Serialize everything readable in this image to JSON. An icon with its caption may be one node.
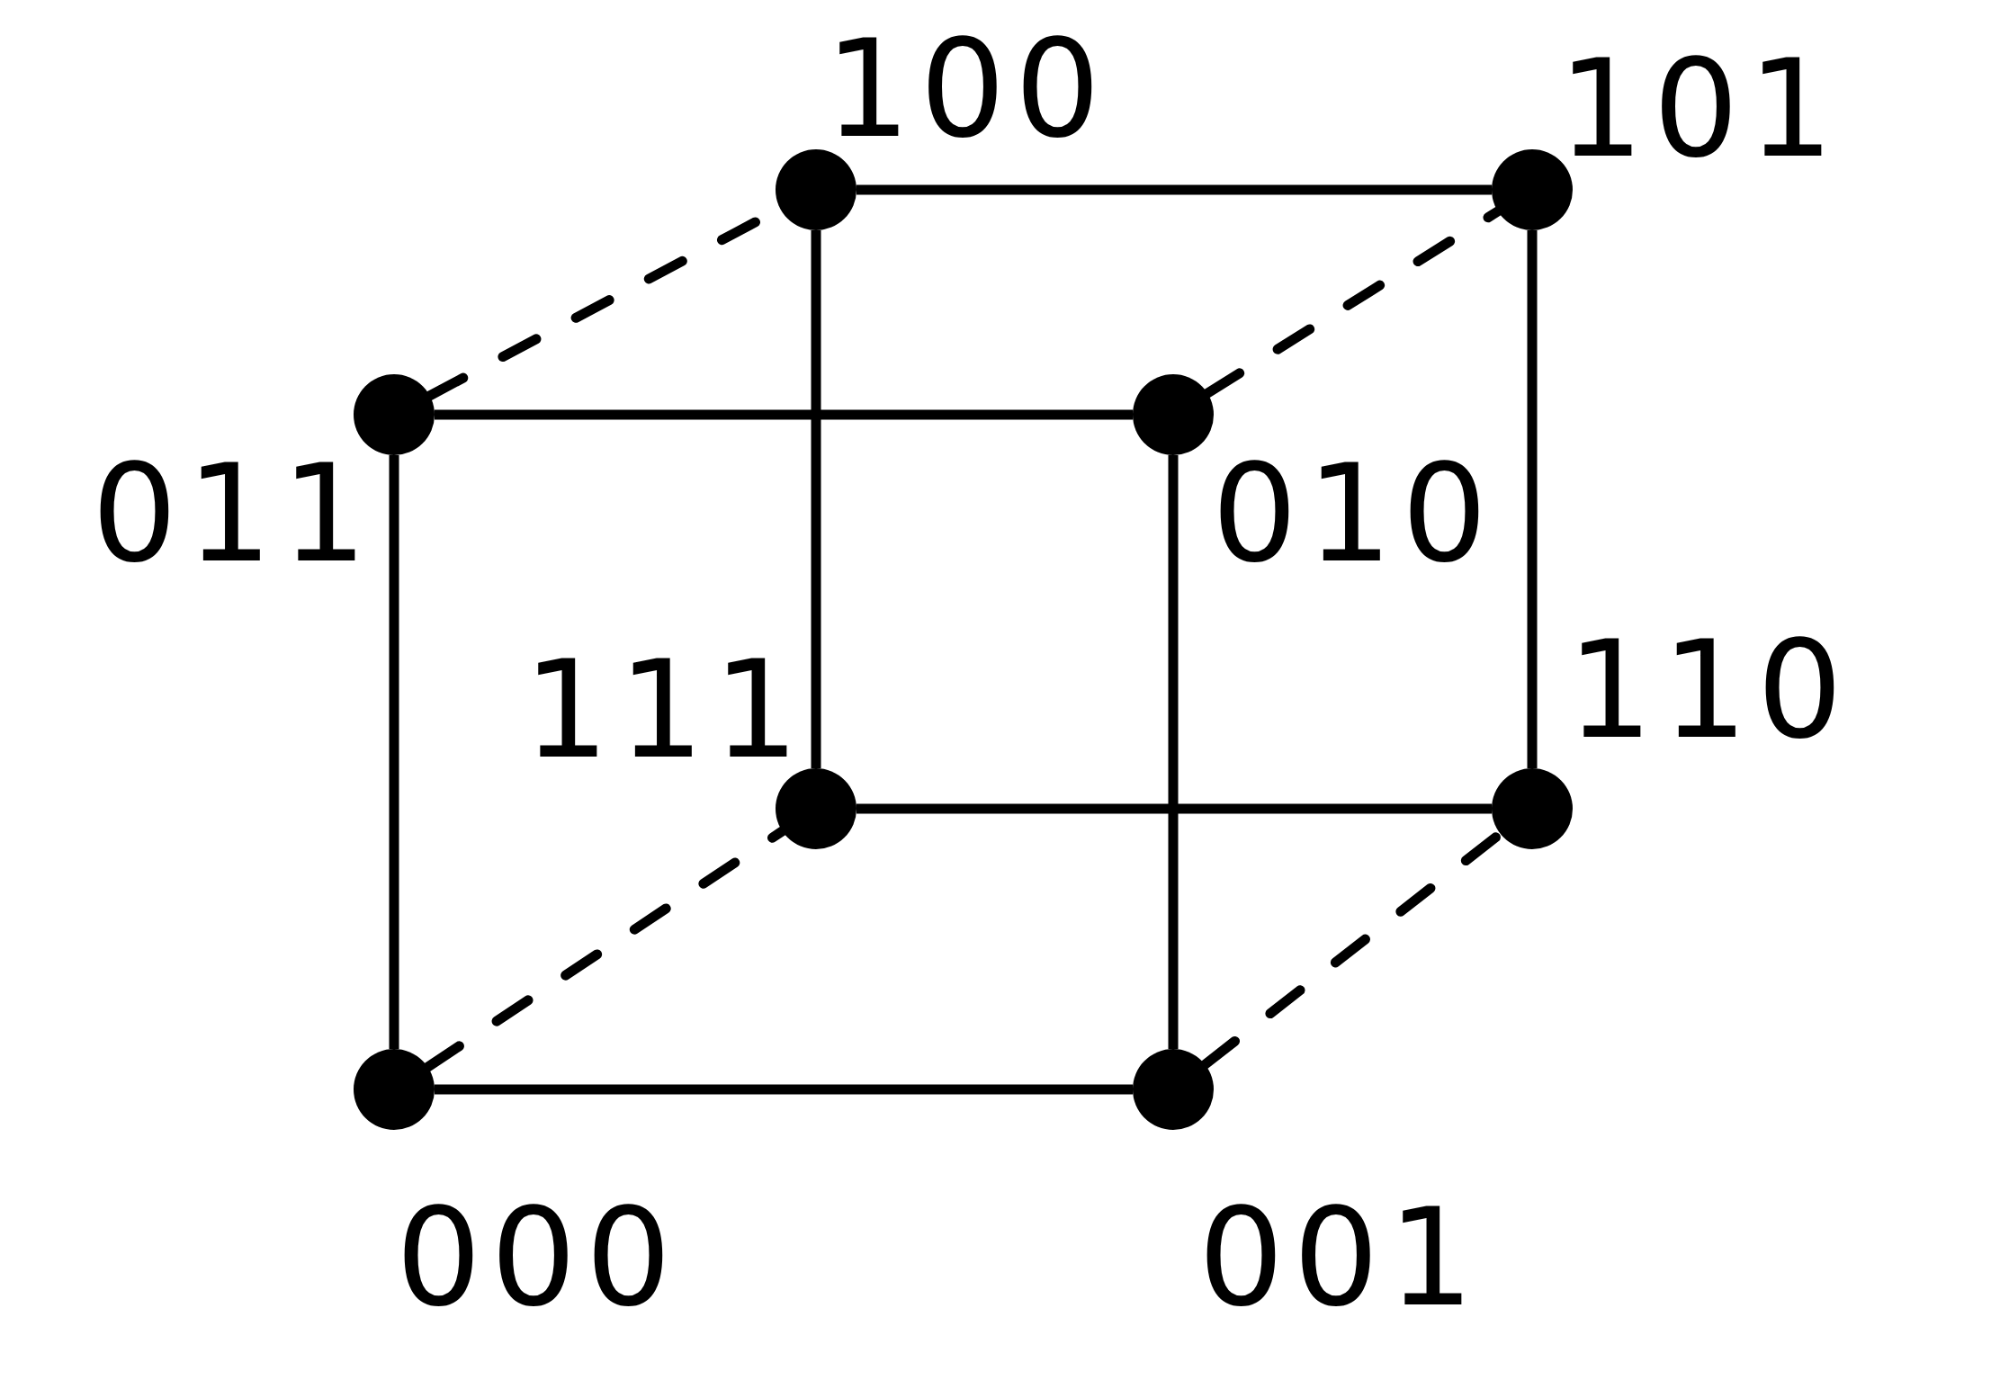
{
  "diagram": {
    "nodes": [
      {
        "text": [],
        "shape": "circle",
        "beside": [
          "100"
        ]
      },
      {
        "text": [],
        "shape": "circle",
        "beside": [
          "101"
        ]
      },
      {
        "text": [],
        "shape": "circle",
        "beside": [
          "011"
        ]
      },
      {
        "text": [],
        "shape": "circle",
        "beside": [
          "010"
        ]
      },
      {
        "text": [],
        "shape": "circle",
        "beside": [
          "111"
        ]
      },
      {
        "text": [],
        "shape": "circle",
        "beside": [
          "110"
        ]
      },
      {
        "text": [],
        "shape": "circle",
        "beside": [
          "000"
        ]
      },
      {
        "text": [],
        "shape": "circle",
        "beside": [
          "001"
        ]
      }
    ],
    "edges": [
      {
        "from": 0,
        "to": 1,
        "arrow": "none"
      },
      {
        "from": 2,
        "to": 3,
        "arrow": "none"
      },
      {
        "from": 4,
        "to": 5,
        "arrow": "none"
      },
      {
        "from": 6,
        "to": 7,
        "arrow": "none"
      },
      {
        "from": 0,
        "to": 4,
        "arrow": "none"
      },
      {
        "from": 1,
        "to": 5,
        "arrow": "none"
      },
      {
        "from": 2,
        "to": 6,
        "arrow": "none"
      },
      {
        "from": 3,
        "to": 7,
        "arrow": "none"
      },
      {
        "from": 2,
        "to": 0,
        "arrow": "none",
        "style": "dashed"
      },
      {
        "from": 3,
        "to": 1,
        "arrow": "none",
        "style": "dashed"
      },
      {
        "from": 6,
        "to": 4,
        "arrow": "none",
        "style": "dashed"
      },
      {
        "from": 7,
        "to": 5,
        "arrow": "none",
        "style": "dashed"
      }
    ]
  }
}
